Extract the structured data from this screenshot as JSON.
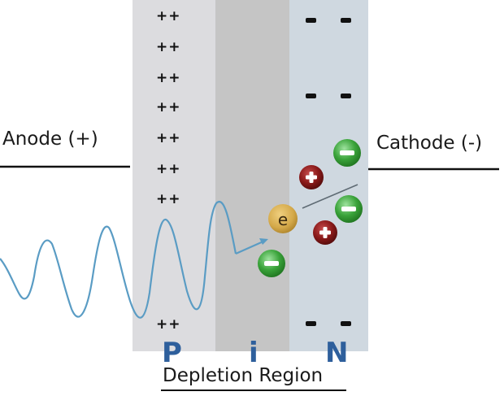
{
  "anode_label": "Anode (+)",
  "cathode_label": "Cathode (-)",
  "region_letters": {
    "p": "P",
    "i": "i",
    "n": "N"
  },
  "depletion_label": "Depletion Region",
  "p_charge_symbol": "++",
  "electron_symbol": "e",
  "hole_symbol": "+",
  "electron_carrier_symbol": "−",
  "colors": {
    "p_region": "#dcdcdf",
    "i_region": "#c5c5c5",
    "n_region": "#cfd8e0",
    "wave": "#5a9cc4",
    "electron": "#d4a94a",
    "hole": "#8b1a1a",
    "carrier_negative": "#3aa33a",
    "letters": "#2e5f9c"
  }
}
